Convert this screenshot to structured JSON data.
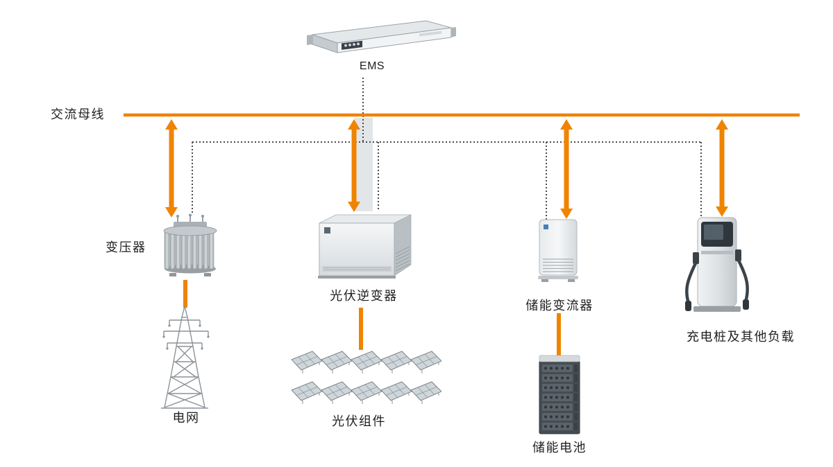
{
  "diagram": {
    "ems": {
      "label": "EMS"
    },
    "bus": {
      "label": "交流母线",
      "color": "#F08300"
    },
    "devices": {
      "transformer": {
        "label": "变压器"
      },
      "pv_inverter": {
        "label": "光伏逆变器"
      },
      "storage_converter": {
        "label": "储能变流器"
      },
      "charging_load": {
        "label": "充电桩及其他负载"
      }
    },
    "sources": {
      "grid": {
        "label": "电网"
      },
      "pv_modules": {
        "label": "光伏组件"
      },
      "battery": {
        "label": "储能电池"
      }
    },
    "connections": {
      "power_line_color": "#F08300",
      "comm_line_color": "#4A4A4A",
      "comm_line_style": "dotted"
    },
    "icons": [
      "ems-server-icon",
      "transformer-icon",
      "pv-inverter-icon",
      "storage-converter-icon",
      "charging-pile-icon",
      "grid-tower-icon",
      "pv-array-icon",
      "battery-cabinet-icon"
    ]
  }
}
